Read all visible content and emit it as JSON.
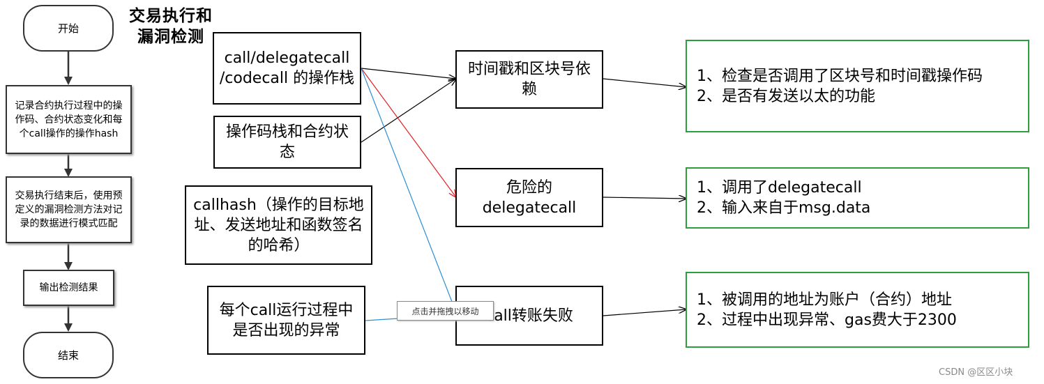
{
  "title": {
    "line1": "交易执行和",
    "line2": "漏洞检测"
  },
  "flow": {
    "start": "开始",
    "step1": "记录合约执行过程中的操作码、合约状态变化和每个call操作的操作hash",
    "step2": "交易执行结束后，使用预定义的漏洞检测方法对记录的数据进行模式匹配",
    "step3": "输出检测结果",
    "end": "结束"
  },
  "inputs": {
    "call_stack": "call/delegatecall /codecall 的操作栈",
    "opcode_state": "操作码栈和合约状态",
    "callhash": "callhash（操作的目标地址、发送地址和函数签名的哈希）",
    "call_exception": "每个call运行过程中是否出现的异常"
  },
  "vulns": {
    "timestamp": "时间戳和区块号依赖",
    "delegatecall": "危险的delegatecall",
    "call_fail": "call转账失败"
  },
  "conditions": {
    "timestamp": [
      "1、检查是否调用了区块号和时间戳操作码",
      "2、是否有发送以太的功能"
    ],
    "delegatecall": [
      "1、调用了delegatecall",
      "2、输入来自于msg.data"
    ],
    "call_fail": [
      "1、被调用的地址为账户（合约）地址",
      "2、过程中出现异常、gas费大于2300"
    ]
  },
  "tooltip": "点击并拖拽以移动",
  "watermark": "CSDN @区区小块",
  "colors": {
    "arrow_black": "#000000",
    "arrow_red": "#e02020",
    "arrow_blue": "#2a8fd6",
    "green_border": "#2e9e3a"
  }
}
